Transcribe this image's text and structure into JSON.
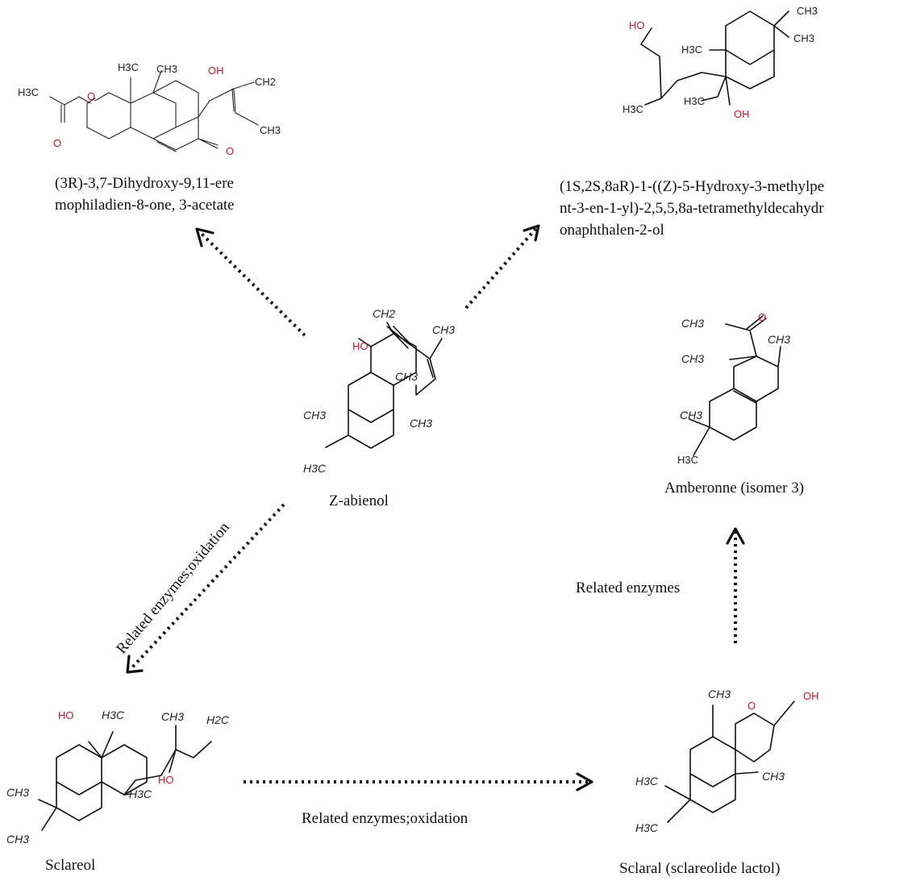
{
  "compounds": {
    "top_left": {
      "name_line1": "(3R)-3,7-Dihydroxy-9,11-ere",
      "name_line2": "mophiladien-8-one, 3-acetate",
      "atoms": {
        "h3c_acetyl": "H3C",
        "h3c_a": "H3C",
        "ch3_a": "CH3",
        "oh": "OH",
        "ch2": "CH2",
        "ch3_b": "CH3"
      }
    },
    "top_right": {
      "name_line1": "(1S,2S,8aR)-1-((Z)-5-Hydroxy-3-methylpe",
      "name_line2": "nt-3-en-1-yl)-2,5,5,8a-tetramethyldecahydr",
      "name_line3": "onaphthalen-2-ol",
      "atoms": {
        "ho": "HO",
        "ch3_a": "CH3",
        "ch3_b": "CH3",
        "h3c_a": "H3C",
        "h3c_b": "H3C",
        "h3c_c": "H3C",
        "oh": "OH"
      }
    },
    "center": {
      "name": "Z-abienol",
      "atoms": {
        "ch2": "CH2",
        "ch3_a": "CH3",
        "ho": "HO",
        "ch3_b": "CH3",
        "ch3_c": "CH3",
        "ch3_d": "CH3",
        "h3c": "H3C"
      }
    },
    "right_mid": {
      "name": "Amberonne (isomer 3)",
      "atoms": {
        "o": "O",
        "ch3_a": "CH3",
        "ch3_b": "CH3",
        "ch3_c": "CH3",
        "ch3_d": "CH3",
        "h3c": "H3C"
      }
    },
    "bottom_left": {
      "name": "Sclareol",
      "atoms": {
        "ho_a": "HO",
        "h3c_a": "H3C",
        "ch3_a": "CH3",
        "h2c": "H2C",
        "ho_b": "HO",
        "h3c_b": "H3C",
        "ch3_b": "CH3",
        "ch3_c": "CH3"
      }
    },
    "bottom_right": {
      "name": "Sclaral (sclareolide lactol)",
      "atoms": {
        "ch3_a": "CH3",
        "o": "O",
        "oh": "OH",
        "ch3_b": "CH3",
        "h3c_a": "H3C",
        "h3c_b": "H3C"
      }
    }
  },
  "arrows": {
    "left_diagonal_label": "Related enzymes;oxidation",
    "bottom_label": "Related enzymes;oxidation",
    "right_vertical_label": "Related enzymes"
  }
}
